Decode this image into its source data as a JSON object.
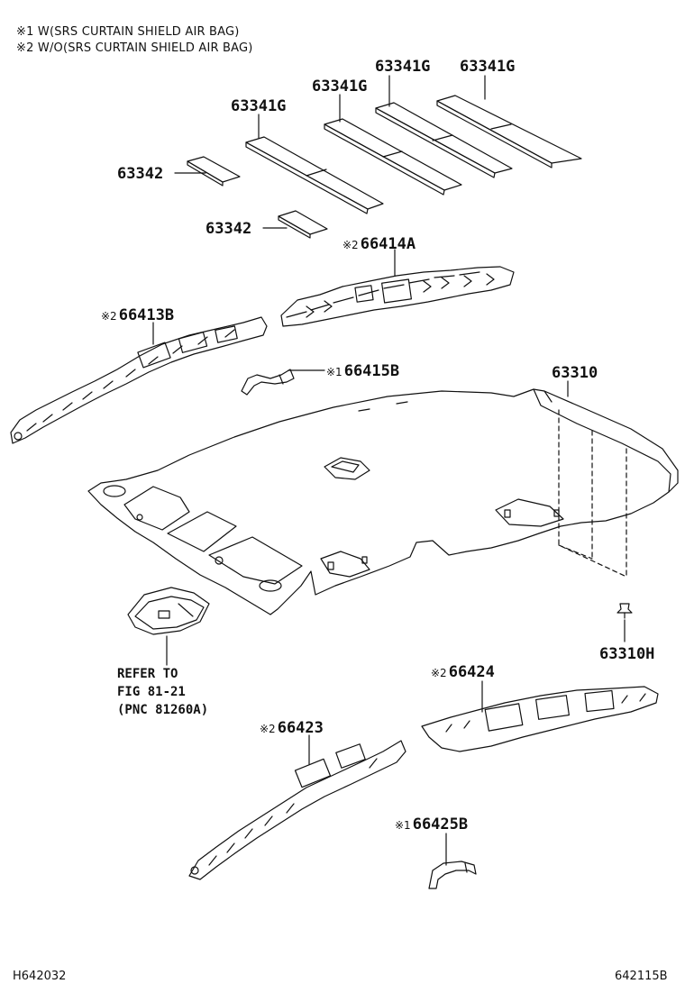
{
  "legend": {
    "note1": "※1  W(SRS CURTAIN SHIELD AIR BAG)",
    "note2": "※2  W/O(SRS CURTAIN SHIELD AIR BAG)"
  },
  "parts": {
    "p63341g_a": "63341G",
    "p63341g_b": "63341G",
    "p63341g_c": "63341G",
    "p63341g_d": "63341G",
    "p63342_a": "63342",
    "p63342_b": "63342",
    "p66414a": {
      "mark": "※2",
      "number": "66414A"
    },
    "p66413b": {
      "mark": "※2",
      "number": "66413B"
    },
    "p66415b": {
      "mark": "※1",
      "number": "66415B"
    },
    "p63310": "63310",
    "p63310h": "63310H",
    "p66424": {
      "mark": "※2",
      "number": "66424"
    },
    "p66423": {
      "mark": "※2",
      "number": "66423"
    },
    "p66425b": {
      "mark": "※1",
      "number": "66425B"
    }
  },
  "reference": {
    "line1": "REFER TO",
    "line2": "FIG 81-21",
    "line3": "(PNC 81260A)"
  },
  "footer": {
    "left": "H642032",
    "right": "642115B"
  }
}
